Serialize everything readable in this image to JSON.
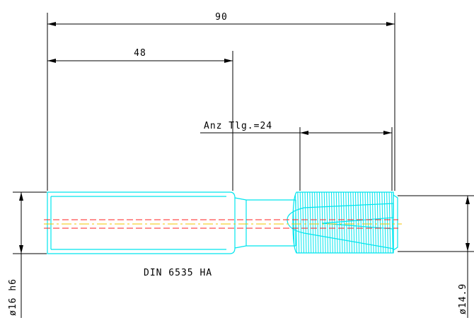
{
  "dimensions": {
    "overall_length": "90",
    "shank_length": "48",
    "thread_length": "Anz Tlg.=24",
    "shank_diameter": "ø16 h6",
    "thread_diameter": "ø14.9"
  },
  "part_label": "DIN 6535 HA",
  "colors": {
    "outline": "#00e5ee",
    "dimension": "#000000",
    "centerline_red": "#ff2020",
    "centerline_yellow": "#f5c400",
    "background": "#ffffff"
  }
}
